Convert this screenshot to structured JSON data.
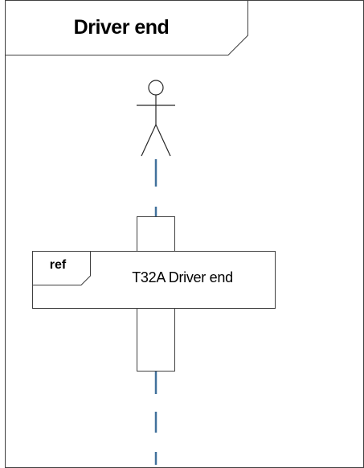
{
  "frame": {
    "title": "Driver end"
  },
  "lifeline": {
    "actor_icon": "stick-figure-icon",
    "color": "#41719c"
  },
  "interaction_use": {
    "tag": "ref",
    "label": "T32A Driver end"
  }
}
